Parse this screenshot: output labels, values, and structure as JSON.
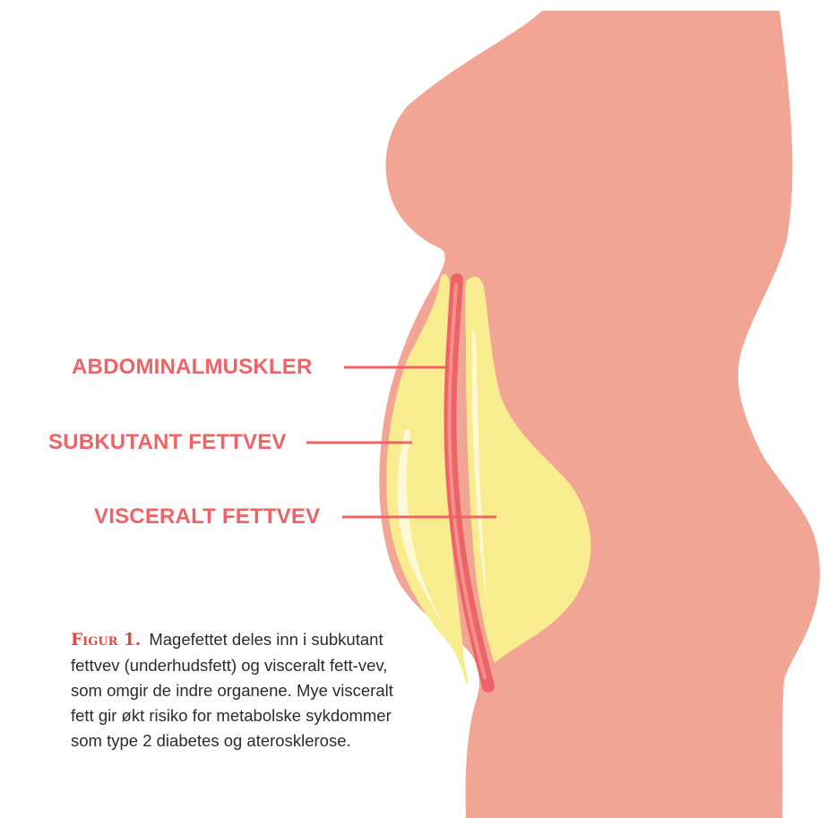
{
  "labels": {
    "abdominal": "ABDOMINALMUSKLER",
    "subkutant": "SUBKUTANT FETTVEV",
    "visceralt": "VISCERALT FETTVEV"
  },
  "caption": {
    "label": "Figur 1.",
    "text": "Magefettet deles inn i subkutant fettvev (underhudsfett) og visceralt fett-vev, som omgir de indre organene. Mye visceralt fett gir økt risiko for metabolske sykdommer som type 2 diabetes og aterosklerose."
  },
  "colors": {
    "skin": "#f3a595",
    "fat": "#f8ec8e",
    "fat_highlight": "#fdf8d6",
    "muscle": "#ec6466",
    "muscle_highlight": "#f69090",
    "label": "#ec6466",
    "caption_label": "#e0493f"
  }
}
